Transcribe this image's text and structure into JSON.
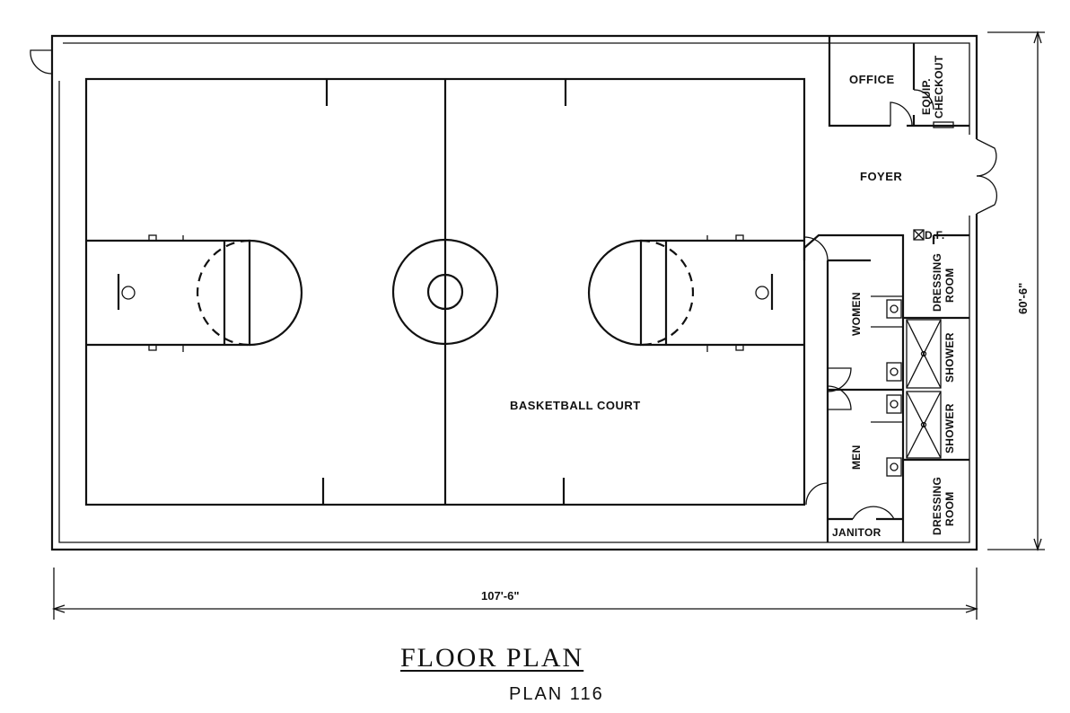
{
  "plan": {
    "title": "FLOOR PLAN",
    "subtitle": "PLAN 116",
    "dimensions": {
      "width": "107'-6\"",
      "height": "60'-6\""
    },
    "rooms": {
      "court": "BASKETBALL COURT",
      "office": "OFFICE",
      "equip_line1": "EQUIP.",
      "equip_line2": "CHECKOUT",
      "foyer": "FOYER",
      "drinking_fountain": "D.F.",
      "women": "WOMEN",
      "men": "MEN",
      "dressing_line1": "DRESSING",
      "dressing_line2": "ROOM",
      "shower": "SHOWER",
      "janitor": "JANITOR"
    }
  }
}
